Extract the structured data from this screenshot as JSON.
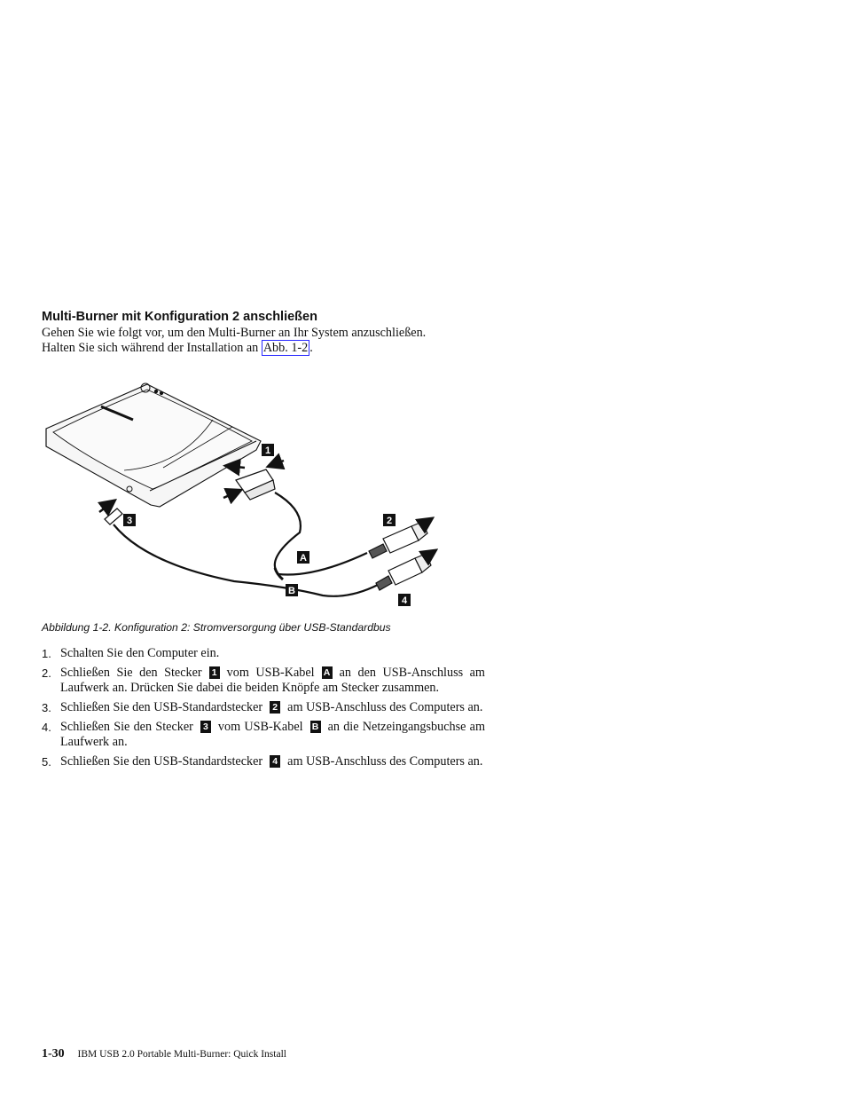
{
  "section": {
    "title": "Multi-Burner mit Konfiguration 2 anschließen",
    "intro_line1": "Gehen Sie wie folgt vor, um den Multi-Burner an Ihr System anzuschließen.",
    "intro_line2_prefix": "Halten Sie sich während der Installation an",
    "intro_link": "Abb. 1-2",
    "intro_suffix": "."
  },
  "figure": {
    "callouts": [
      "1",
      "2",
      "3",
      "A",
      "B",
      "4"
    ],
    "caption": "Abbildung 1-2. Konfiguration 2: Stromversorgung über USB-Standardbus"
  },
  "steps": [
    {
      "num": "1.",
      "parts": [
        "Schalten Sie den Computer ein."
      ]
    },
    {
      "num": "2.",
      "parts": [
        "Schließen Sie den Stecker",
        "1",
        "vom USB-Kabel",
        "A",
        "an den USB-Anschluss am Laufwerk an. Drücken Sie dabei die beiden Knöpfe am Stecker zusammen."
      ]
    },
    {
      "num": "3.",
      "parts": [
        "Schließen Sie den USB-Standardstecker",
        "2",
        "am USB-Anschluss des Computers an."
      ]
    },
    {
      "num": "4.",
      "parts": [
        "Schließen Sie den Stecker",
        "3",
        "vom USB-Kabel",
        "B",
        "an die Netzeingangsbuchse am Laufwerk an."
      ]
    },
    {
      "num": "5.",
      "parts": [
        "Schließen Sie den USB-Standardstecker",
        "4",
        "am USB-Anschluss des Computers an."
      ]
    }
  ],
  "footer": {
    "page_number": "1-30",
    "doc_title": "IBM USB 2.0 Portable Multi-Burner: Quick Install"
  }
}
